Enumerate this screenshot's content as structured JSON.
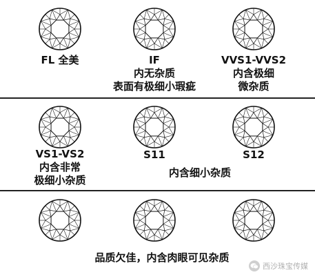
{
  "rows": [
    {
      "grades": [
        {
          "lines": [
            "FL 全美"
          ]
        },
        {
          "lines": [
            "IF",
            "内无杂质",
            "表面有极细小瑕疵"
          ]
        },
        {
          "lines": [
            "VVS1-VVS2",
            "内含极细",
            "微杂质"
          ]
        }
      ]
    },
    {
      "grades": [
        {
          "lines": [
            "VS1-VS2",
            "内含非常",
            "极细小杂质"
          ]
        },
        {
          "lines": [
            "S11"
          ]
        },
        {
          "lines": [
            "S12"
          ]
        }
      ],
      "shared_caption": "内含细小杂质"
    },
    {
      "grades": [],
      "shared_caption": "品质欠佳，内含肉眼可见杂质"
    }
  ],
  "watermark": {
    "text": "西沙珠宝传媒",
    "icon": "wechat-icon"
  },
  "colors": {
    "ink": "#111111",
    "background": "#ffffff"
  }
}
